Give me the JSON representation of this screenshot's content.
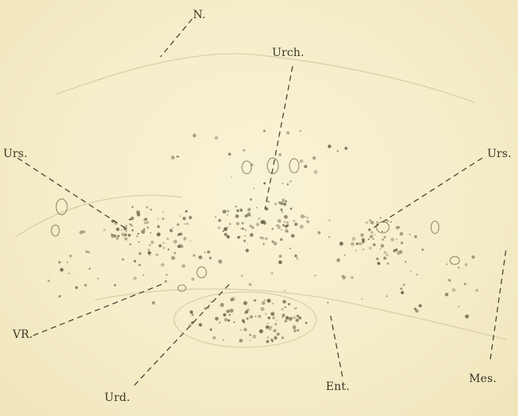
{
  "figure": {
    "labels": {
      "N": "N.",
      "Urch": "Urch.",
      "Urs_left": "Urs.",
      "Urs_right": "Urs.",
      "VR": "VR.",
      "Urd": "Urd.",
      "Ent": "Ent.",
      "Mes": "Mes."
    },
    "colors": {
      "background": "#f6eecb",
      "ink": "#3a3426",
      "faint": "#b9b08c"
    }
  }
}
